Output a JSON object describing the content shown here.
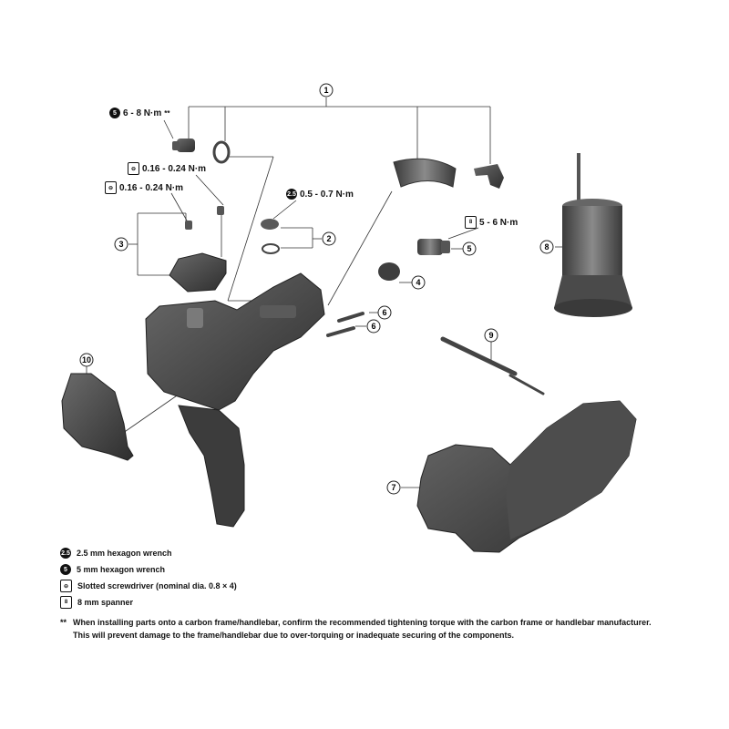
{
  "callouts": {
    "torque_1": {
      "tool": "5",
      "value": "6 - 8 N·m",
      "mark": "**"
    },
    "torque_2": {
      "tool": "screwdriver",
      "value": "0.16 - 0.24 N·m"
    },
    "torque_3": {
      "tool": "screwdriver",
      "value": "0.16 - 0.24 N·m"
    },
    "torque_4": {
      "tool": "2.5",
      "value": "0.5 - 0.7 N·m"
    },
    "torque_5": {
      "tool": "spanner",
      "value": "5 - 6 N·m"
    }
  },
  "part_numbers": [
    "1",
    "2",
    "3",
    "4",
    "5",
    "6",
    "6",
    "7",
    "8",
    "9",
    "10"
  ],
  "legend": [
    {
      "icon": "2.5",
      "label": "2.5 mm hexagon wrench"
    },
    {
      "icon": "5",
      "label": "5 mm hexagon wrench"
    },
    {
      "icon": "screwdriver",
      "label": "Slotted screwdriver  (nominal dia. 0.8 × 4)"
    },
    {
      "icon": "spanner",
      "label": "8 mm spanner"
    }
  ],
  "note": {
    "marker": "**",
    "line1": "When installing parts onto a carbon frame/handlebar, confirm the recommended tightening torque with the carbon frame or handlebar manufacturer.",
    "line2": "This will prevent damage to the frame/handlebar due to over-torquing or inadequate securing of the components."
  }
}
